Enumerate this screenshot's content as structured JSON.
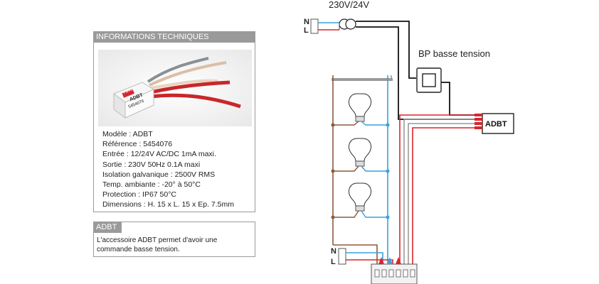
{
  "tech_panel": {
    "header": "INFORMATIONS TECHNIQUES",
    "product_label_brand": "YOKIS",
    "product_label_name": "ADBT",
    "product_label_ref": "5454076",
    "specs": [
      "Modèle : ADBT",
      "Référence : 5454076",
      "Entrée : 12/24V AC/DC 1mA maxi.",
      "Sortie : 230V 50Hz 0.1A maxi",
      "Isolation galvanique : 2500V RMS",
      "Temp. ambiante : -20° à 50°C",
      "Protection : IP67 50°C",
      "Dimensions : H. 15 x L. 15 x Ep. 7.5mm"
    ]
  },
  "adbt_panel": {
    "header": "ADBT",
    "description_line1": "L'accessoire ADBT permet d'avoir une",
    "description_line2": "commande basse tension."
  },
  "diagram": {
    "voltage_label": "230V/24V",
    "supply_top_N": "N",
    "supply_top_L": "L",
    "button_label": "BP basse tension",
    "module_label": "ADBT",
    "supply_bottom_N": "N",
    "supply_bottom_L": "L",
    "colors": {
      "neutral": "#3aa0dc",
      "live": "#d8262c",
      "switched": "#8b5a3c",
      "low_voltage": "#111111",
      "bus_bar": "#9a9a9a"
    }
  }
}
